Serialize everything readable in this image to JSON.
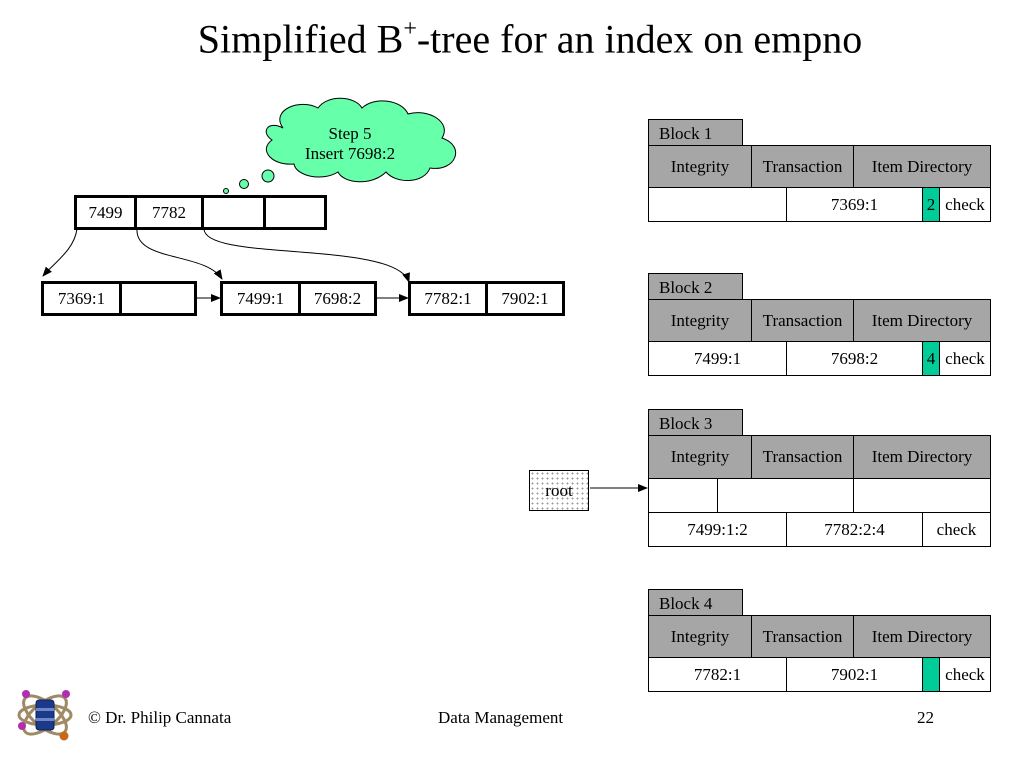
{
  "title": {
    "main": "Simplified B",
    "sup": "+",
    "rest": "-tree for an index on empno"
  },
  "cloud": {
    "line1": "Step 5",
    "line2": "Insert 7698:2"
  },
  "tree": {
    "root_keys": [
      "7499",
      "7782",
      "",
      ""
    ],
    "leaves": [
      [
        "7369:1",
        ""
      ],
      [
        "7499:1",
        "7698:2"
      ],
      [
        "7782:1",
        "7902:1"
      ]
    ]
  },
  "root_label": "root",
  "headers": {
    "integrity": "Integrity",
    "transaction": "Transaction",
    "item_directory": "Item Directory"
  },
  "blocks": [
    {
      "name": "Block 1",
      "data": [
        "",
        "7369:1"
      ],
      "dir": "2",
      "check": "check"
    },
    {
      "name": "Block 2",
      "data": [
        "7499:1",
        "7698:2"
      ],
      "dir": "4",
      "check": "check"
    },
    {
      "name": "Block 3",
      "data": [
        "7499:1:2",
        "7782:2:4"
      ],
      "check": "check"
    },
    {
      "name": "Block 4",
      "data": [
        "7782:1",
        "7902:1"
      ],
      "dir": "",
      "check": "check"
    }
  ],
  "footer": {
    "left": "© Dr. Philip Cannata",
    "center": "Data Management",
    "right": "22"
  },
  "colors": {
    "header_gray": "#a6a6a6",
    "green": "#00cc99",
    "cloud": "#66ffaa"
  }
}
